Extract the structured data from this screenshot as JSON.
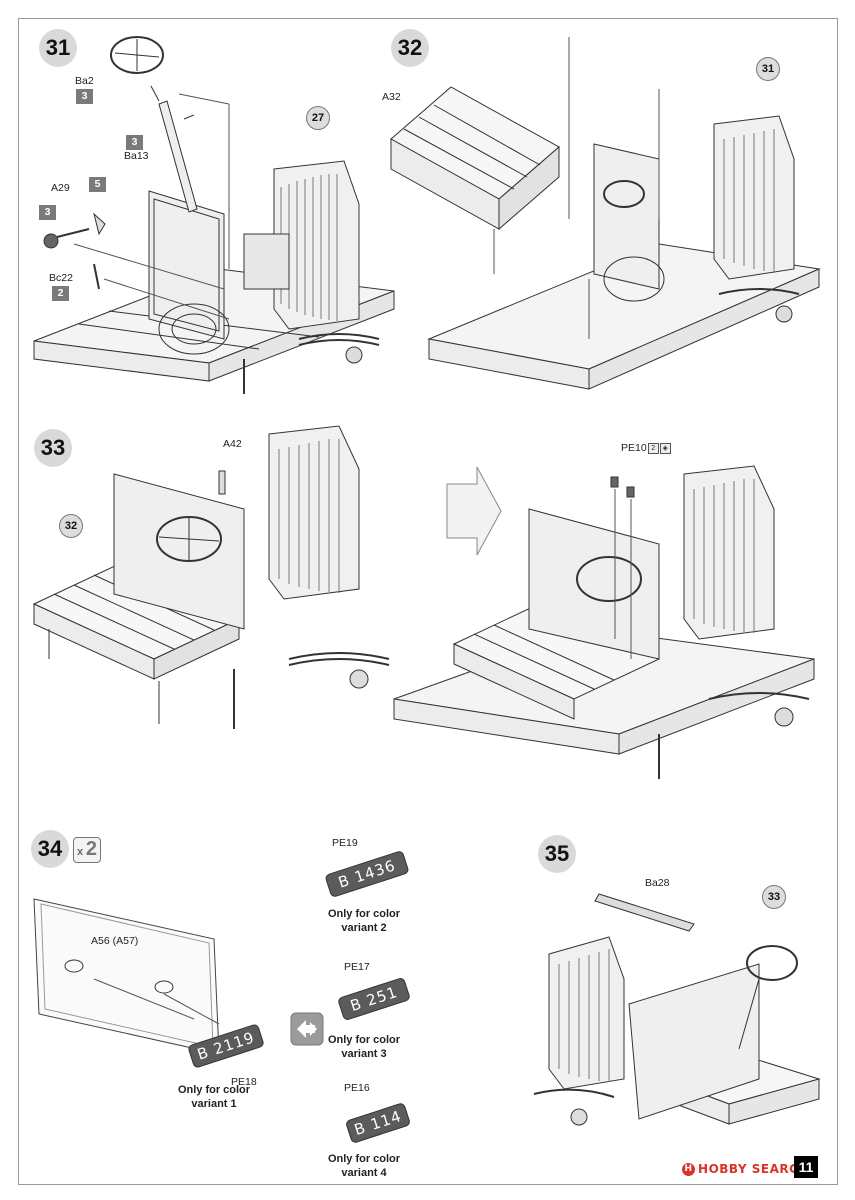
{
  "steps": {
    "s31": {
      "num": "31",
      "labels": {
        "ba2": "Ba2",
        "ba13": "Ba13",
        "a29": "A29",
        "bc22": "Bc22"
      },
      "qty": {
        "ba2": "3",
        "ba13": "3",
        "a29a": "5",
        "a29b": "3",
        "bc22": "2"
      },
      "callout": "27"
    },
    "s32": {
      "num": "32",
      "labels": {
        "a32": "A32"
      },
      "callout": "31"
    },
    "s33": {
      "num": "33",
      "labels": {
        "a42": "A42",
        "pe10": "PE10"
      },
      "pe_qty": "2",
      "callout": "32"
    },
    "s34": {
      "num": "34",
      "mult_x": "x",
      "mult_n": "2",
      "labels": {
        "a56": "A56 (A57)",
        "pe18": "PE18",
        "pe19": "PE19",
        "pe17": "PE17",
        "pe16": "PE16"
      },
      "plates": {
        "pe18": "B 2119",
        "pe19": "B 1436",
        "pe17": "B 251",
        "pe16": "B 114"
      },
      "notes": {
        "v1": "Only for color variant 1",
        "v2": "Only for color variant 2",
        "v3": "Only for color variant 3",
        "v4": "Only for color variant 4"
      }
    },
    "s35": {
      "num": "35",
      "labels": {
        "ba28": "Ba28"
      },
      "callout": "33"
    }
  },
  "watermark": {
    "text": "HOBBY SEARCH",
    "logo": "H"
  },
  "page_number": "11",
  "colors": {
    "step_circle": "#d9d9d9",
    "qty_box": "#7a7a7a",
    "plate": "#5b5b5b",
    "watermark": "#d9332a"
  },
  "icons": [
    "steering-wheel-icon",
    "arrow-right-icon",
    "swap-icon"
  ]
}
